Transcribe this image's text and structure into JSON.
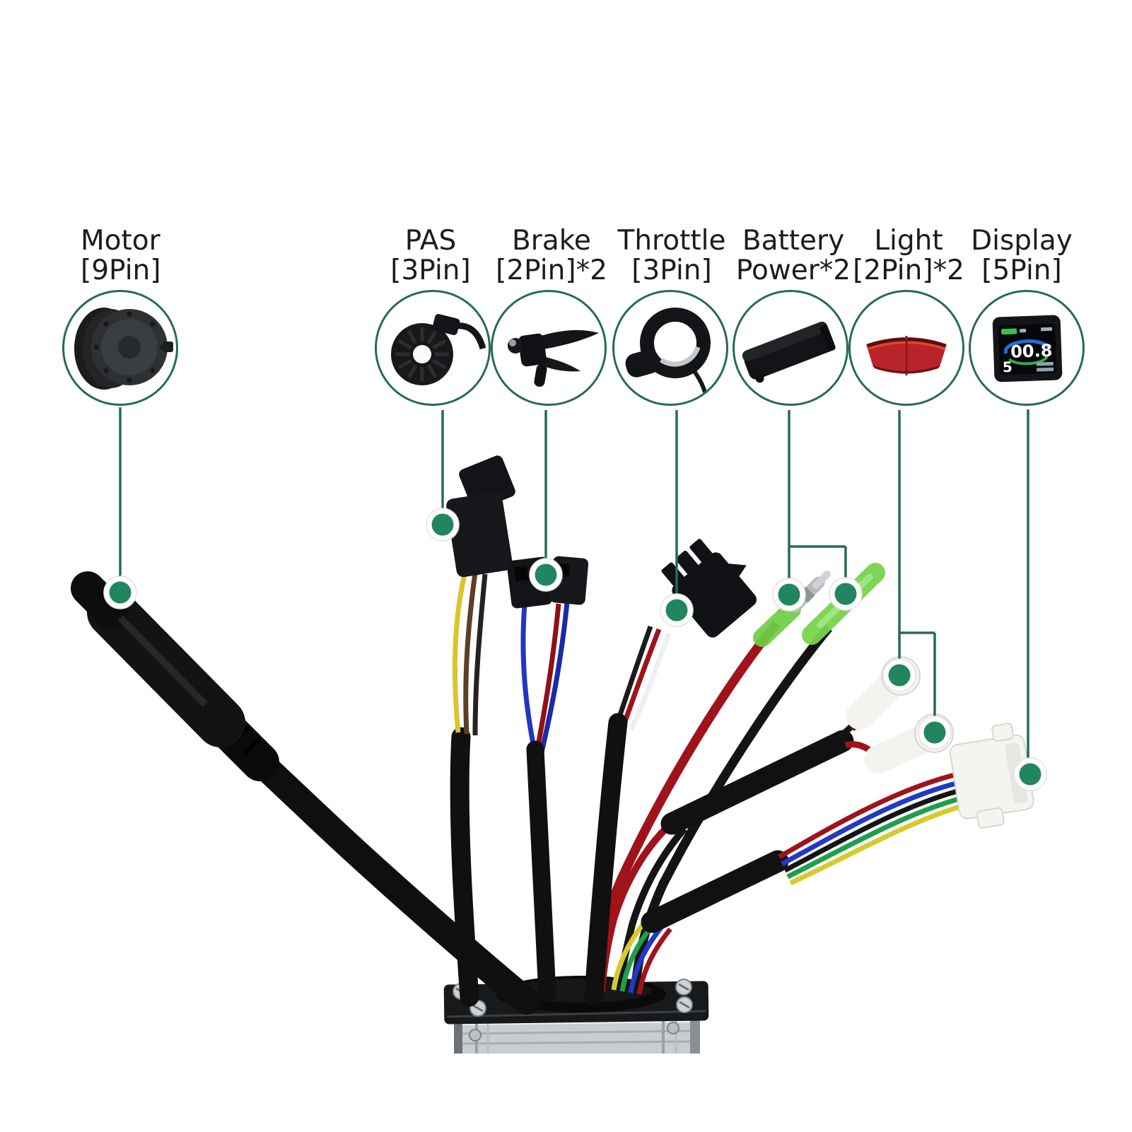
{
  "title": "E-bike brushless controller wiring harness with labeled connectors",
  "background": "#ffffff",
  "colors": {
    "callout_green": "#266a58",
    "callout_dot_green": "#21855f",
    "label_text": "#1c1c1c",
    "wire_red": "#a0131b",
    "wire_dark_red": "#8f1118",
    "wire_blue": "#2137c2",
    "wire_yellow": "#d8c62c",
    "wire_green": "#1f9e4b",
    "wire_brown": "#5d3f27",
    "wire_white": "#efefef",
    "wire_black": "#141415",
    "battery_crimp_green": "#79d44e",
    "connector_white": "#f3f3ef",
    "light_lens_red": "#c1272d",
    "controller_case_silver": "#c9cdd0"
  },
  "callouts": [
    {
      "id": "motor",
      "line1": "Motor",
      "line2": "[9Pin]",
      "icon": "hub-motor-icon",
      "connection_points": 1
    },
    {
      "id": "pas",
      "line1": "PAS",
      "line2": "[3Pin]",
      "icon": "pas-sensor-icon",
      "connection_points": 1
    },
    {
      "id": "brake",
      "line1": "Brake",
      "line2": "[2Pin]*2",
      "icon": "brake-lever-icon",
      "connection_points": 1
    },
    {
      "id": "throttle",
      "line1": "Throttle",
      "line2": "[3Pin]",
      "icon": "thumb-throttle-icon",
      "connection_points": 1
    },
    {
      "id": "battery",
      "line1": "Battery",
      "line2": "Power*2",
      "icon": "battery-pack-icon",
      "connection_points": 2
    },
    {
      "id": "light",
      "line1": "Light",
      "line2": "[2Pin]*2",
      "icon": "rear-light-icon",
      "connection_points": 2
    },
    {
      "id": "display",
      "line1": "Display",
      "line2": "[5Pin]",
      "icon": "lcd-display-icon",
      "connection_points": 1
    }
  ],
  "display_screen": {
    "speed_value": "00.8",
    "assist_level": "5"
  }
}
